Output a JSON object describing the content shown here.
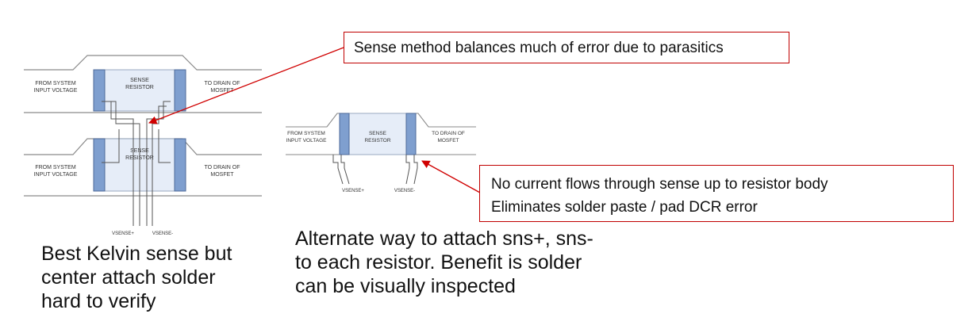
{
  "callouts": {
    "top": "Sense method balances much of error due to parasitics",
    "bottom_line1": "No current flows through sense up to resistor body",
    "bottom_line2": "Eliminates solder paste / pad DCR error"
  },
  "captions": {
    "left": [
      "Best Kelvin sense but",
      "center attach solder",
      "hard to verify"
    ],
    "right": [
      "Alternate way to attach sns+, sns-",
      "to each resistor.  Benefit is solder",
      "can be visually inspected"
    ]
  },
  "left_diagram": {
    "top_resistor": {
      "label_from_1": "FROM SYSTEM",
      "label_from_2": "INPUT VOLTAGE",
      "body_1": "SENSE",
      "body_2": "RESISTOR",
      "label_to_1": "TO DRAIN OF",
      "label_to_2": "MOSFET"
    },
    "bottom_resistor": {
      "label_from_1": "FROM SYSTEM",
      "label_from_2": "INPUT VOLTAGE",
      "body_1": "SENSE",
      "body_2": "RESISTOR",
      "label_to_1": "TO DRAIN OF",
      "label_to_2": "MOSFET"
    },
    "vsense_plus": "VSENSE+",
    "vsense_minus": "VSENSE-"
  },
  "right_diagram": {
    "label_from_1": "FROM SYSTEM",
    "label_from_2": "INPUT VOLTAGE",
    "body_1": "SENSE",
    "body_2": "RESISTOR",
    "label_to_1": "TO DRAIN OF",
    "label_to_2": "MOSFET",
    "vsense_plus": "VSENSE+",
    "vsense_minus": "VSENSE-"
  },
  "colors": {
    "callout_border": "#c00000",
    "arrow": "#d00000",
    "terminal": "#7f9fcf",
    "resistor_body": "#e6edf8",
    "trace": "#8a8a8a"
  }
}
